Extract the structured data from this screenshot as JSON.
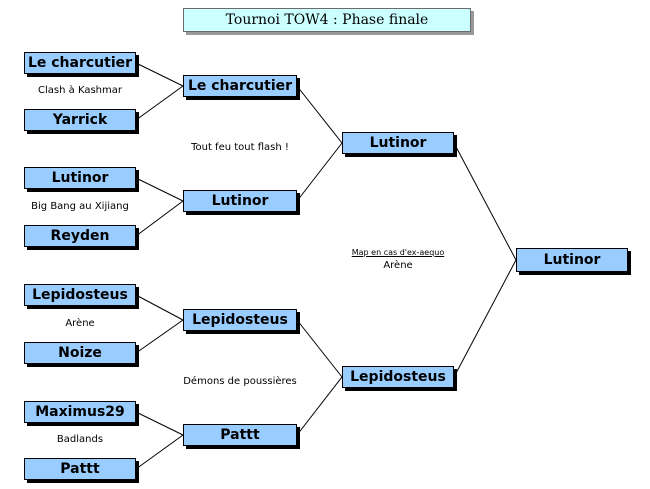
{
  "title": "Tournoi TOW4 : Phase finale",
  "round1": [
    {
      "top": "Le charcutier",
      "bottom": "Yarrick",
      "map": "Clash à Kashmar"
    },
    {
      "top": "Lutinor",
      "bottom": "Reyden",
      "map": "Big Bang au Xijiang"
    },
    {
      "top": "Lepidosteus",
      "bottom": "Noize",
      "map": "Arène"
    },
    {
      "top": "Maximus29",
      "bottom": "Pattt",
      "map": "Badlands"
    }
  ],
  "round2": {
    "winners": [
      "Le charcutier",
      "Lutinor",
      "Lepidosteus",
      "Pattt"
    ],
    "maps": [
      "Tout feu tout flash !",
      "Démons de poussières"
    ]
  },
  "round3": {
    "winners": [
      "Lutinor",
      "Lepidosteus"
    ]
  },
  "final": {
    "winner": "Lutinor",
    "tiebreak_label": "Map en cas d'ex-aequo",
    "tiebreak_map": "Arène"
  },
  "colors": {
    "box_fill": "#99ccff",
    "title_fill": "#ccffff"
  }
}
